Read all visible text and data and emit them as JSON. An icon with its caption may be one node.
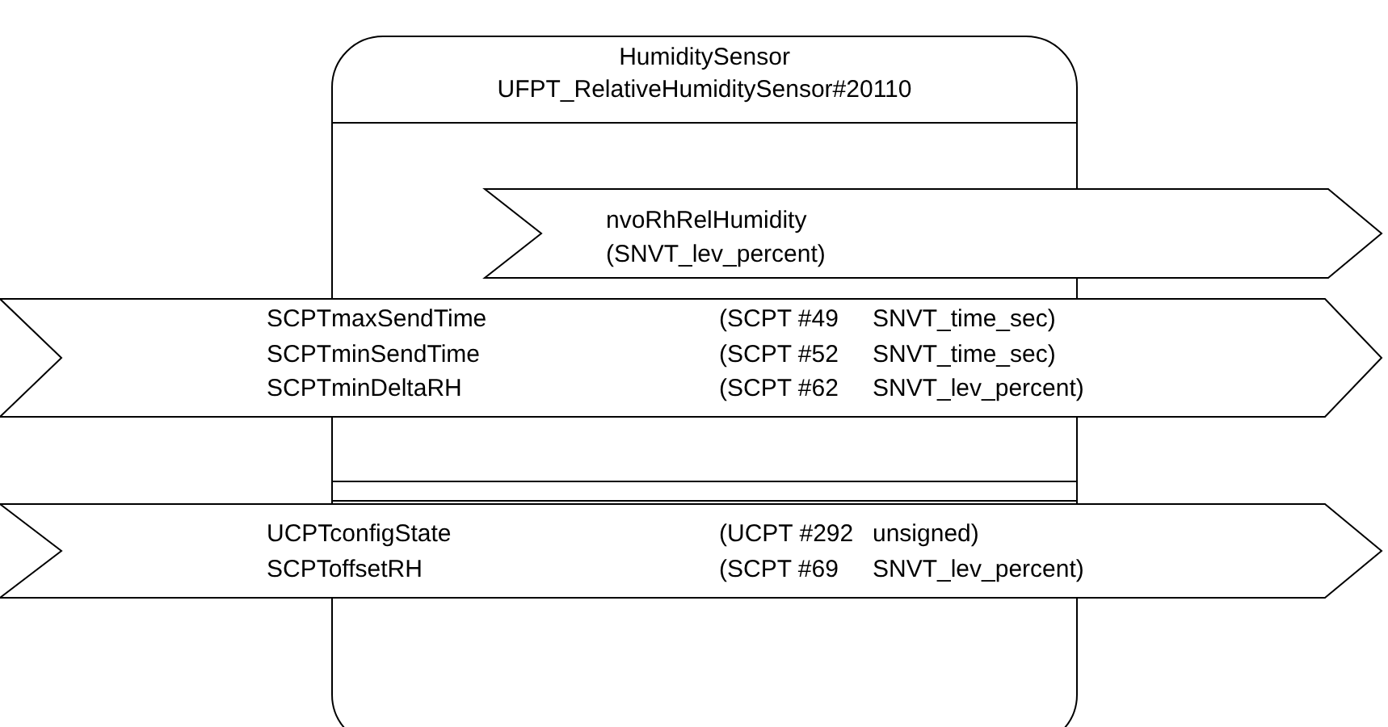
{
  "diagram": {
    "nodes": [
      {
        "text": [
          "HumiditySensor",
          "UFPT_RelativeHumiditySensor#20110"
        ]
      },
      {
        "text": [
          "nvoRhRelHumidity (SNVT_lev_percent)"
        ]
      },
      {
        "text": [
          "SCPTmaxSendTime",
          "(SCPT #49",
          "SNVT_time_sec)",
          "SCPTminSendTime",
          "(SCPT #52",
          "SNVT_time_sec)",
          "SCPTminDeltaRH",
          "(SCPT #62",
          "SNVT_lev_percent)"
        ]
      },
      {
        "text": [
          "UCPTconfigState",
          "(UCPT #292",
          "unsigned)",
          "SCPToffsetRH",
          "(SCPT #69",
          "SNVT_lev_percent)"
        ]
      }
    ]
  }
}
